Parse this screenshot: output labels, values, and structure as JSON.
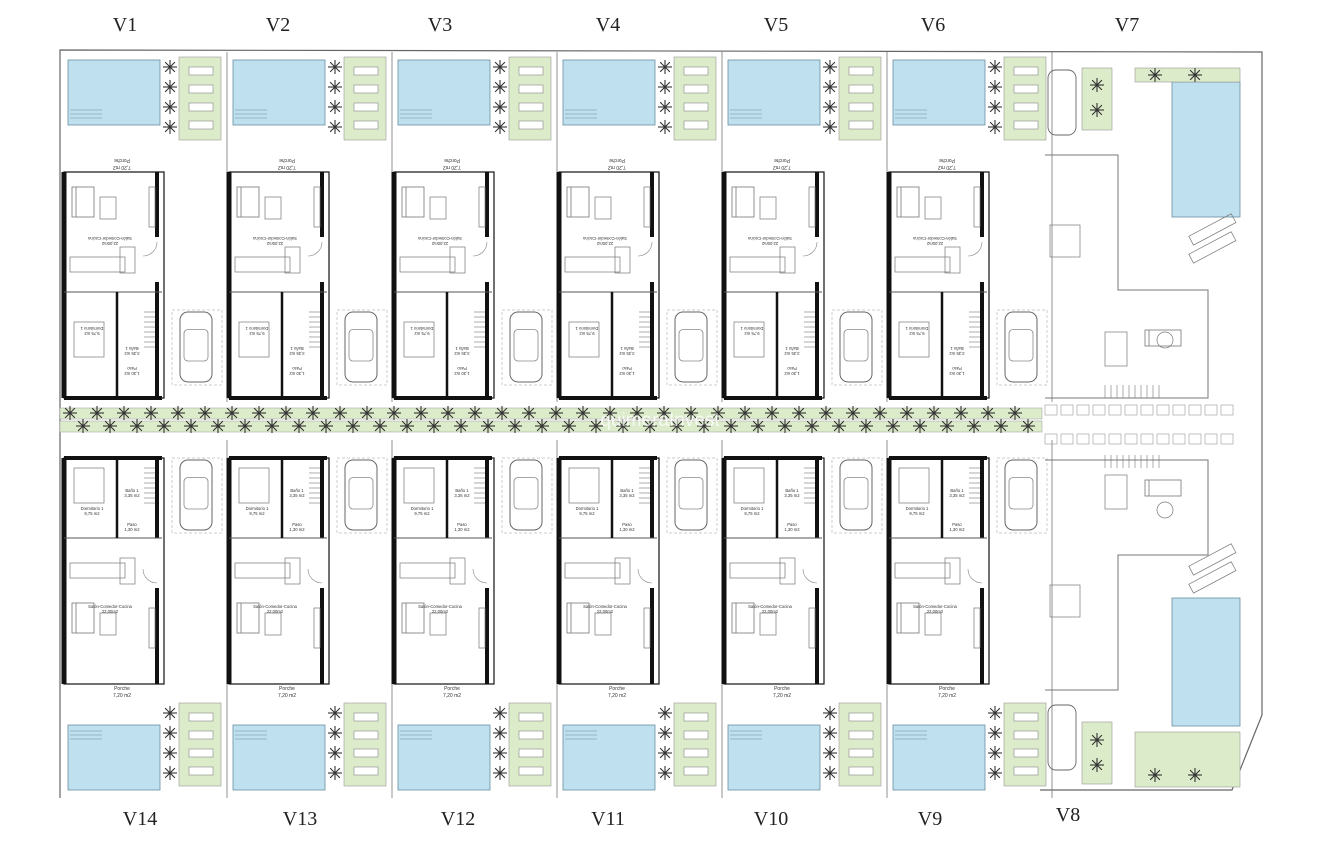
{
  "villas_top": [
    {
      "id": "V1",
      "porch": "Porche",
      "porch_area": "7,20 m2",
      "living": "Salón-Comedor-Cocina",
      "living_area": "22,00m2",
      "bed": "Dormitorio 1",
      "bed_area": "9,75 m2",
      "bath": "Baño 1",
      "bath_area": "3,35 m2",
      "hall": "Paso",
      "hall_area": "1,30 m2"
    },
    {
      "id": "V2",
      "porch": "Porche",
      "porch_area": "7,20 m2",
      "living": "Salón-Comedor-Cocina",
      "living_area": "22,00m2",
      "bed": "Dormitorio 1",
      "bed_area": "9,75 m2",
      "bath": "Baño 1",
      "bath_area": "3,35 m2",
      "hall": "Paso",
      "hall_area": "1,30 m2"
    },
    {
      "id": "V3",
      "porch": "Porche",
      "porch_area": "7,20 m2",
      "living": "Salón-Comedor-Cocina",
      "living_area": "22,00m2",
      "bed": "Dormitorio 1",
      "bed_area": "9,75 m2",
      "bath": "Baño 1",
      "bath_area": "3,35 m2",
      "hall": "Paso",
      "hall_area": "1,30 m2"
    },
    {
      "id": "V4",
      "porch": "Porche",
      "porch_area": "7,20 m2",
      "living": "Salón-Comedor-Cocina",
      "living_area": "22,00m2",
      "bed": "Dormitorio 1",
      "bed_area": "9,75 m2",
      "bath": "Baño 1",
      "bath_area": "3,35 m2",
      "hall": "Paso",
      "hall_area": "1,30 m2"
    },
    {
      "id": "V5",
      "porch": "Porche",
      "porch_area": "7,20 m2",
      "living": "Salón-Comedor-Cocina",
      "living_area": "22,00m2",
      "bed": "Dormitorio 1",
      "bed_area": "9,75 m2",
      "bath": "Baño 1",
      "bath_area": "3,35 m2",
      "hall": "Paso",
      "hall_area": "1,30 m2"
    },
    {
      "id": "V6",
      "porch": "Porche",
      "porch_area": "7,20 m2",
      "living": "Salón-Comedor-Cocina",
      "living_area": "22,00m2",
      "bed": "Dormitorio 1",
      "bed_area": "9,75 m2",
      "bath": "Baño 1",
      "bath_area": "3,35 m2",
      "hall": "Paso",
      "hall_area": "1,30 m2"
    }
  ],
  "villas_bottom": [
    {
      "id": "V14",
      "porch": "Porche",
      "porch_area": "7,20 m2",
      "living": "Salón-Comedor-Cocina",
      "living_area": "22,00m2",
      "bed": "Dormitorio 1",
      "bed_area": "9,75 m2",
      "bath": "Baño 1",
      "bath_area": "3,35 m2",
      "hall": "Paso",
      "hall_area": "1,30 m2"
    },
    {
      "id": "V13",
      "porch": "Porche",
      "porch_area": "7,20 m2",
      "living": "Salón-Comedor-Cocina",
      "living_area": "22,00m2",
      "bed": "Dormitorio 1",
      "bed_area": "9,75 m2",
      "bath": "Baño 1",
      "bath_area": "3,35 m2",
      "hall": "Paso",
      "hall_area": "1,30 m2"
    },
    {
      "id": "V12",
      "porch": "Porche",
      "porch_area": "7,20 m2",
      "living": "Salón-Comedor-Cocina",
      "living_area": "22,00m2",
      "bed": "Dormitorio 1",
      "bed_area": "9,75 m2",
      "bath": "Baño 1",
      "bath_area": "3,35 m2",
      "hall": "Paso",
      "hall_area": "1,30 m2"
    },
    {
      "id": "V11",
      "porch": "Porche",
      "porch_area": "7,20 m2",
      "living": "Salón-Comedor-Cocina",
      "living_area": "22,00m2",
      "bed": "Dormitorio 1",
      "bed_area": "9,75 m2",
      "bath": "Baño 1",
      "bath_area": "3,35 m2",
      "hall": "Paso",
      "hall_area": "1,30 m2"
    },
    {
      "id": "V10",
      "porch": "Porche",
      "porch_area": "7,20 m2",
      "living": "Salón-Comedor-Cocina",
      "living_area": "22,00m2",
      "bed": "Dormitorio 1",
      "bed_area": "9,75 m2",
      "bath": "Baño 1",
      "bath_area": "3,35 m2",
      "hall": "Paso",
      "hall_area": "1,30 m2"
    },
    {
      "id": "V9",
      "porch": "Porche",
      "porch_area": "7,20 m2",
      "living": "Salón-Comedor-Cocina",
      "living_area": "22,00m2",
      "bed": "Dormitorio 1",
      "bed_area": "9,75 m2",
      "bath": "Baño 1",
      "bath_area": "3,35 m2",
      "hall": "Paso",
      "hall_area": "1,30 m2"
    }
  ],
  "corner_villas": {
    "top": "V7",
    "bottom": "V8"
  },
  "watermark": "quimeraInvest",
  "colors": {
    "pool": "#bfe0ee",
    "garden": "#dcebc9",
    "wall": "#111111",
    "line": "#9a9a9a",
    "text": "#222222"
  },
  "icons": [
    "car-icon",
    "palm-tree-icon",
    "sofa-icon",
    "bed-icon",
    "door-swing-icon",
    "stairs-icon",
    "sun-lounger-icon"
  ]
}
